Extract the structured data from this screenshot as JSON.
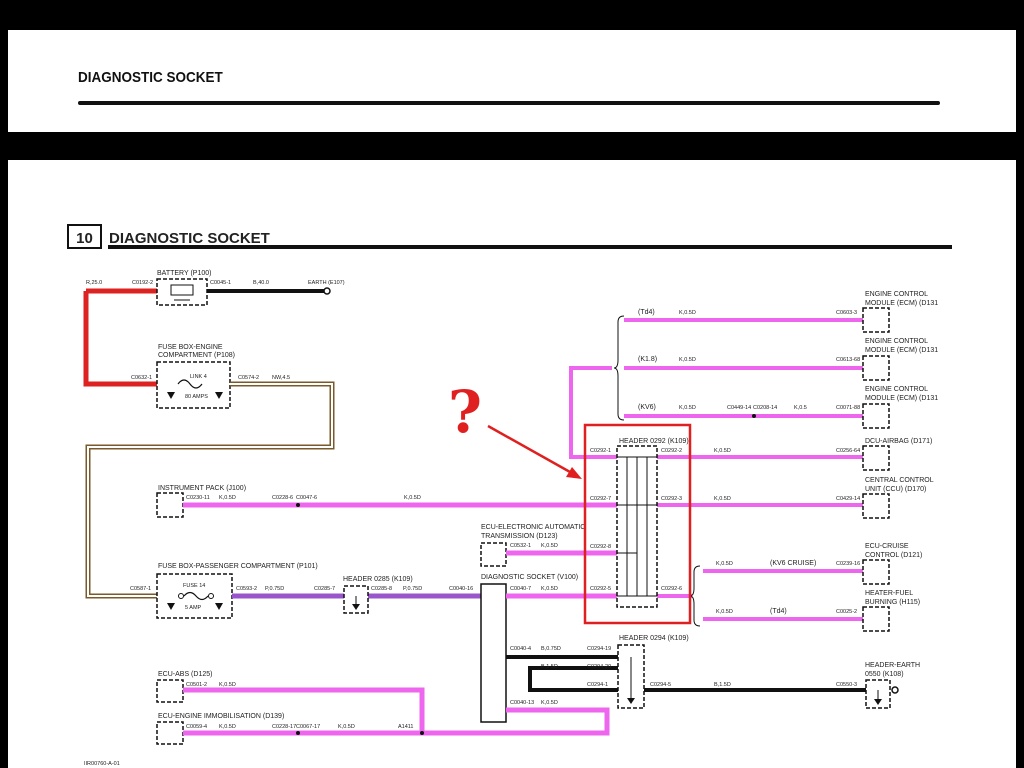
{
  "page": {
    "title": "DIAGNOSTIC SOCKET"
  },
  "section": {
    "number": "10",
    "title": "DIAGNOSTIC SOCKET"
  },
  "colors": {
    "red_wire": "#dd2222",
    "pink_wire": "#ee66ee",
    "purple_wire": "#9955cc",
    "black_wire": "#111111",
    "brown_wire": "#7a5a2a",
    "highlight": "#e02020"
  },
  "components": {
    "battery": "BATTERY (P100)",
    "earth": "EARTH (E107)",
    "fuse_engine": "FUSE BOX-ENGINE\nCOMPARTMENT (P108)",
    "link4": "LINK 4",
    "amps80": "80 AMPS",
    "instrument_pack": "INSTRUMENT PACK (J100)",
    "ecu_auto": "ECU-ELECTRONIC AUTOMATIC\nTRANSMISSION (D123)",
    "fuse_passenger": "FUSE BOX-PASSENGER COMPARTMENT (P101)",
    "fuse14": "FUSE 14",
    "amp5": "5 AMP",
    "header0285": "HEADER 0285 (K109)",
    "diag_socket": "DIAGNOSTIC SOCKET (V100)",
    "ecu_abs": "ECU-ABS (D125)",
    "ecu_immob": "ECU-ENGINE IMMOBILISATION (D139)",
    "header0292": "HEADER 0292 (K109)",
    "header0294": "HEADER 0294 (K109)",
    "ecm1": "ENGINE CONTROL\nMODULE (ECM) (D131",
    "ecm2": "ENGINE CONTROL\nMODULE (ECM) (D131",
    "ecm3": "ENGINE CONTROL\nMODULE (ECM) (D131",
    "dcu_airbag": "DCU-AIRBAG (D171)",
    "ccu": "CENTRAL CONTROL\nUNIT (CCU) (D170)",
    "ecu_cruise": "ECU-CRUISE\nCONTROL (D121)",
    "heater_fuel": "HEATER-FUEL\nBURNING (H115)",
    "header_earth": "HEADER-EARTH\n0550 (K108)"
  },
  "variants": {
    "td4": "(Td4)",
    "k18": "(K1.8)",
    "kv6": "(KV6)",
    "kv6_cruise": "(KV6 CRUISE)",
    "td4_b": "(Td4)"
  },
  "wires": {
    "r25": "R,25.0",
    "b40": "B,40.0",
    "nw45": "NW,4.5",
    "k05d": "K,0.5D",
    "k05": "K,0.5",
    "p075d": "P,0.75D",
    "b075d": "B,0.75D",
    "b15d": "B,1.5D"
  },
  "connectors": {
    "c0192_2": "C0192-2",
    "c0045_1": "C0045-1",
    "c0632_1": "C0632-1",
    "c0574_2": "C0574-2",
    "c0230_11": "C0230-11",
    "c0228_6": "C0228-6",
    "c0047_6": "C0047-6",
    "c0587_1": "C0587-1",
    "c0593_2": "C0593-2",
    "c0285_7": "C0285-7",
    "c0285_8": "C0285-8",
    "c0040_16": "C0040-16",
    "c0532_1": "C0532-1",
    "c0501_2": "C0501-2",
    "c0059_4": "C0059-4",
    "c0228_17": "C0228-17",
    "c0067_17": "C0067-17",
    "a1411": "A1411",
    "c0292_1": "C0292-1",
    "c0292_2": "C0292-2",
    "c0292_7": "C0292-7",
    "c0292_3": "C0292-3",
    "c0292_8": "C0292-8",
    "c0292_5": "C0292-5",
    "c0292_6": "C0292-6",
    "c0040_7": "C0040-7",
    "c0040_4": "C0040-4",
    "c0040_13": "C0040-13",
    "c0294_19": "C0294-19",
    "c0294_20": "C0294-20",
    "c0294_1": "C0294-1",
    "c0294_5": "C0294-5",
    "c0603_3": "C0603-3",
    "c0613_68": "C0613-68",
    "c0449_14": "C0449-14",
    "c0208_14": "C0208-14",
    "c0071_88": "C0071-88",
    "c0256_64": "C0256-64",
    "c0429_14": "C0429-14",
    "c0239_16": "C0239-16",
    "c0025_2": "C0025-2",
    "c0550_3": "C0550-3"
  },
  "annotation": {
    "mark": "?"
  },
  "footer": {
    "ref": "IIR00760-A-01"
  }
}
